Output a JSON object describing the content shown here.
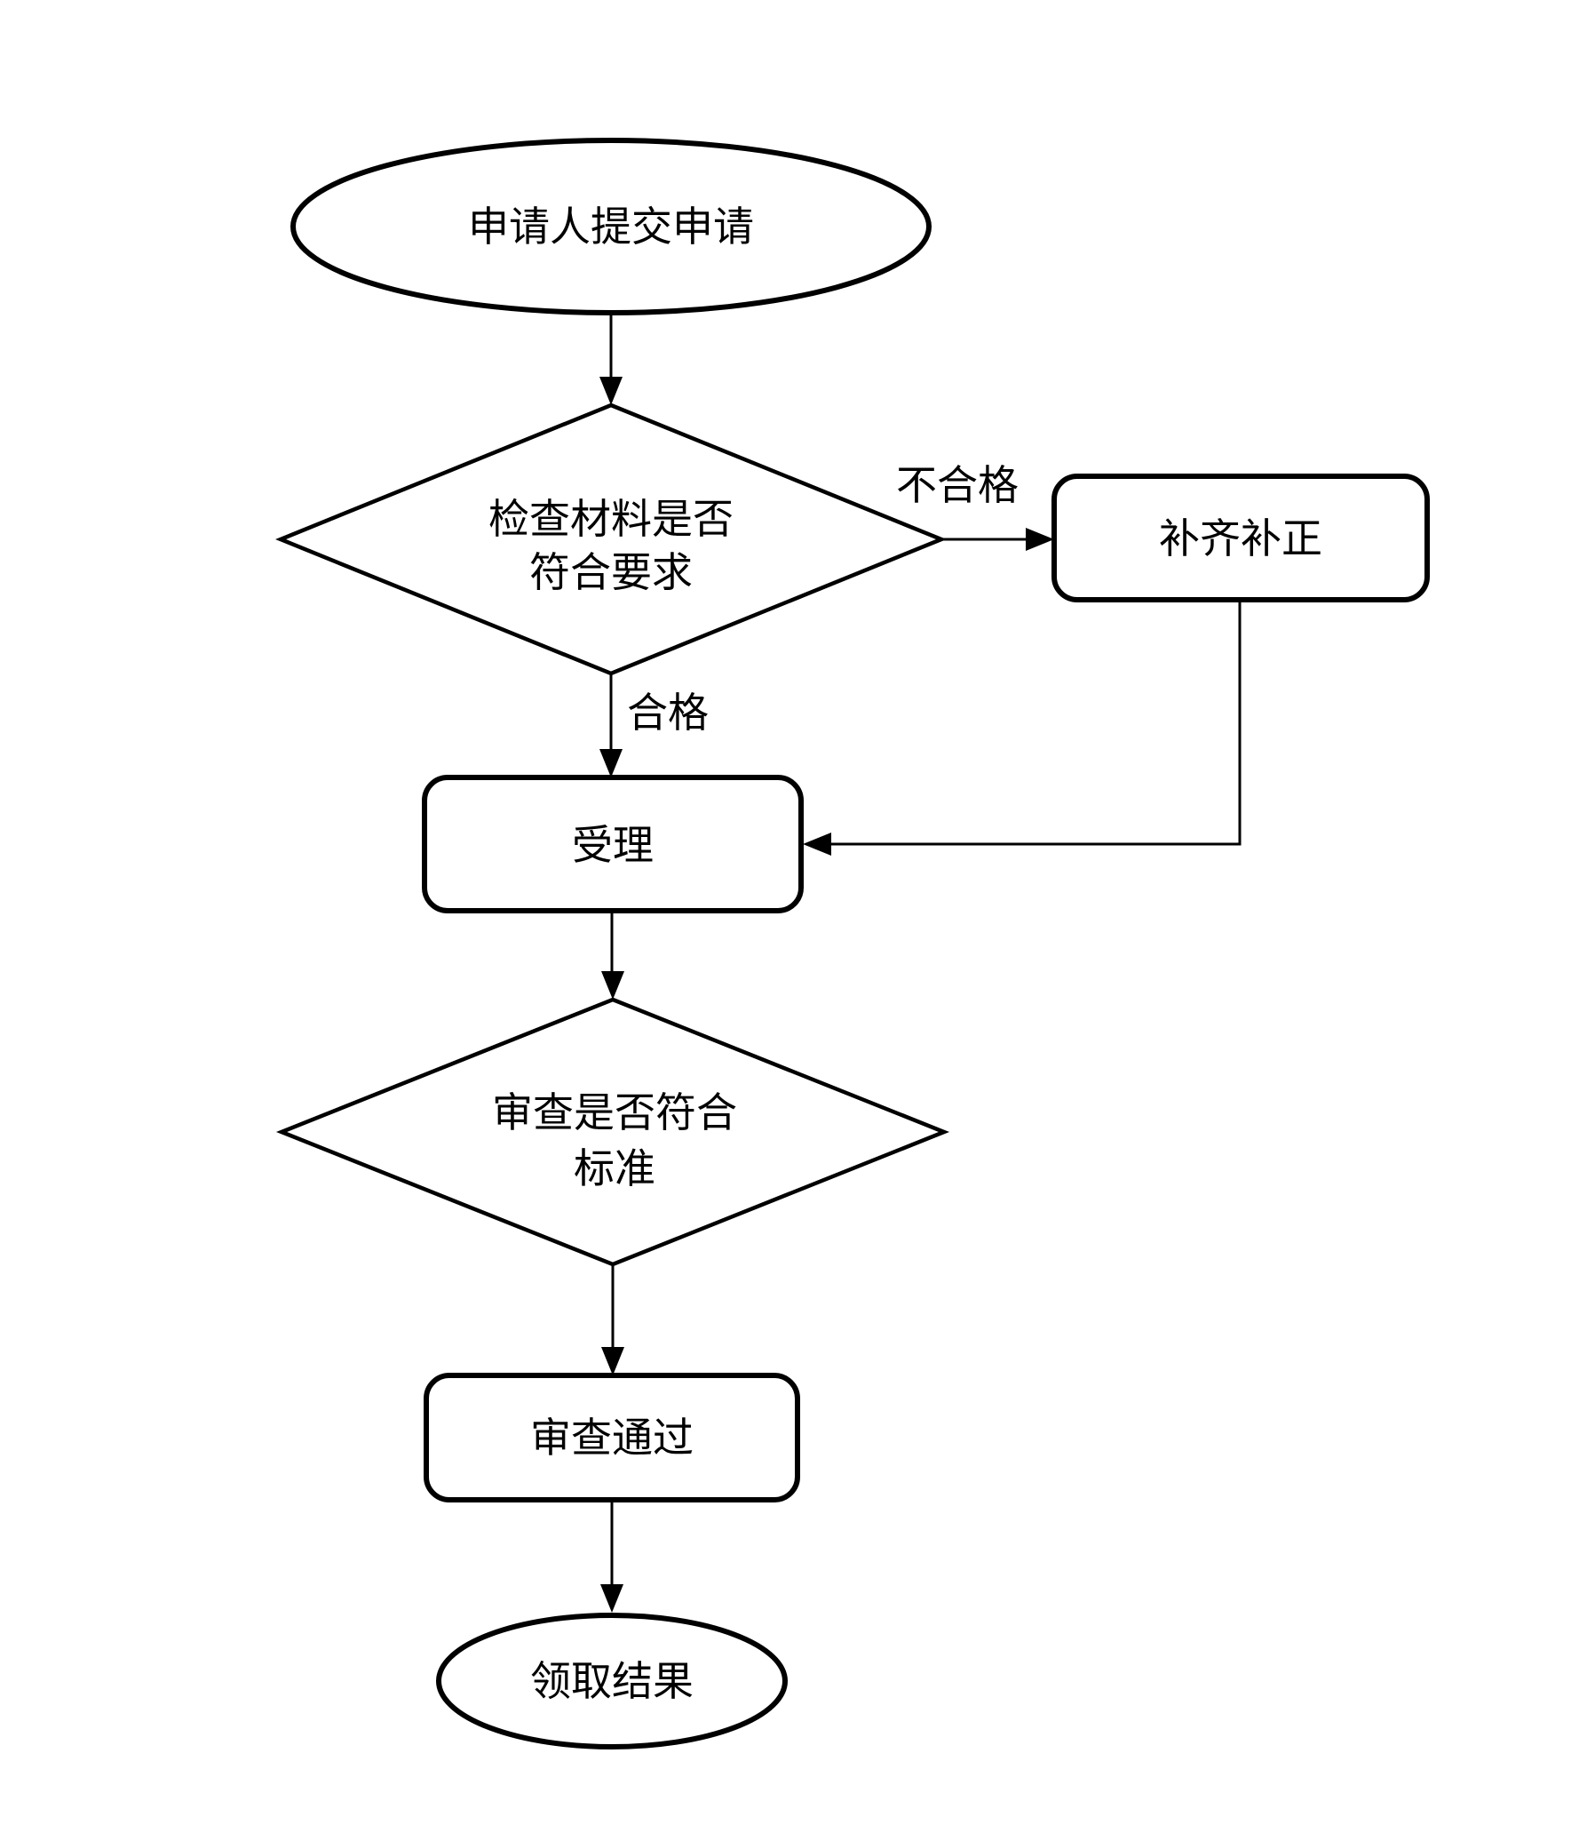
{
  "flowchart": {
    "background_color": "#ffffff",
    "stroke_color": "#000000",
    "text_color": "#000000",
    "nodes": {
      "start": {
        "shape": "ellipse",
        "label": "申请人提交申请"
      },
      "check": {
        "shape": "diamond",
        "line1": "检查材料是否",
        "line2": "符合要求"
      },
      "supplement": {
        "shape": "rounded-rect",
        "label": "补齐补正"
      },
      "accept": {
        "shape": "rounded-rect",
        "label": "受理"
      },
      "review": {
        "shape": "diamond",
        "line1": "审查是否符合",
        "line2": "标准"
      },
      "pass": {
        "shape": "rounded-rect",
        "label": "审查通过"
      },
      "end": {
        "shape": "ellipse",
        "label": "领取结果"
      }
    },
    "edge_labels": {
      "fail": "不合格",
      "ok": "合格"
    }
  }
}
